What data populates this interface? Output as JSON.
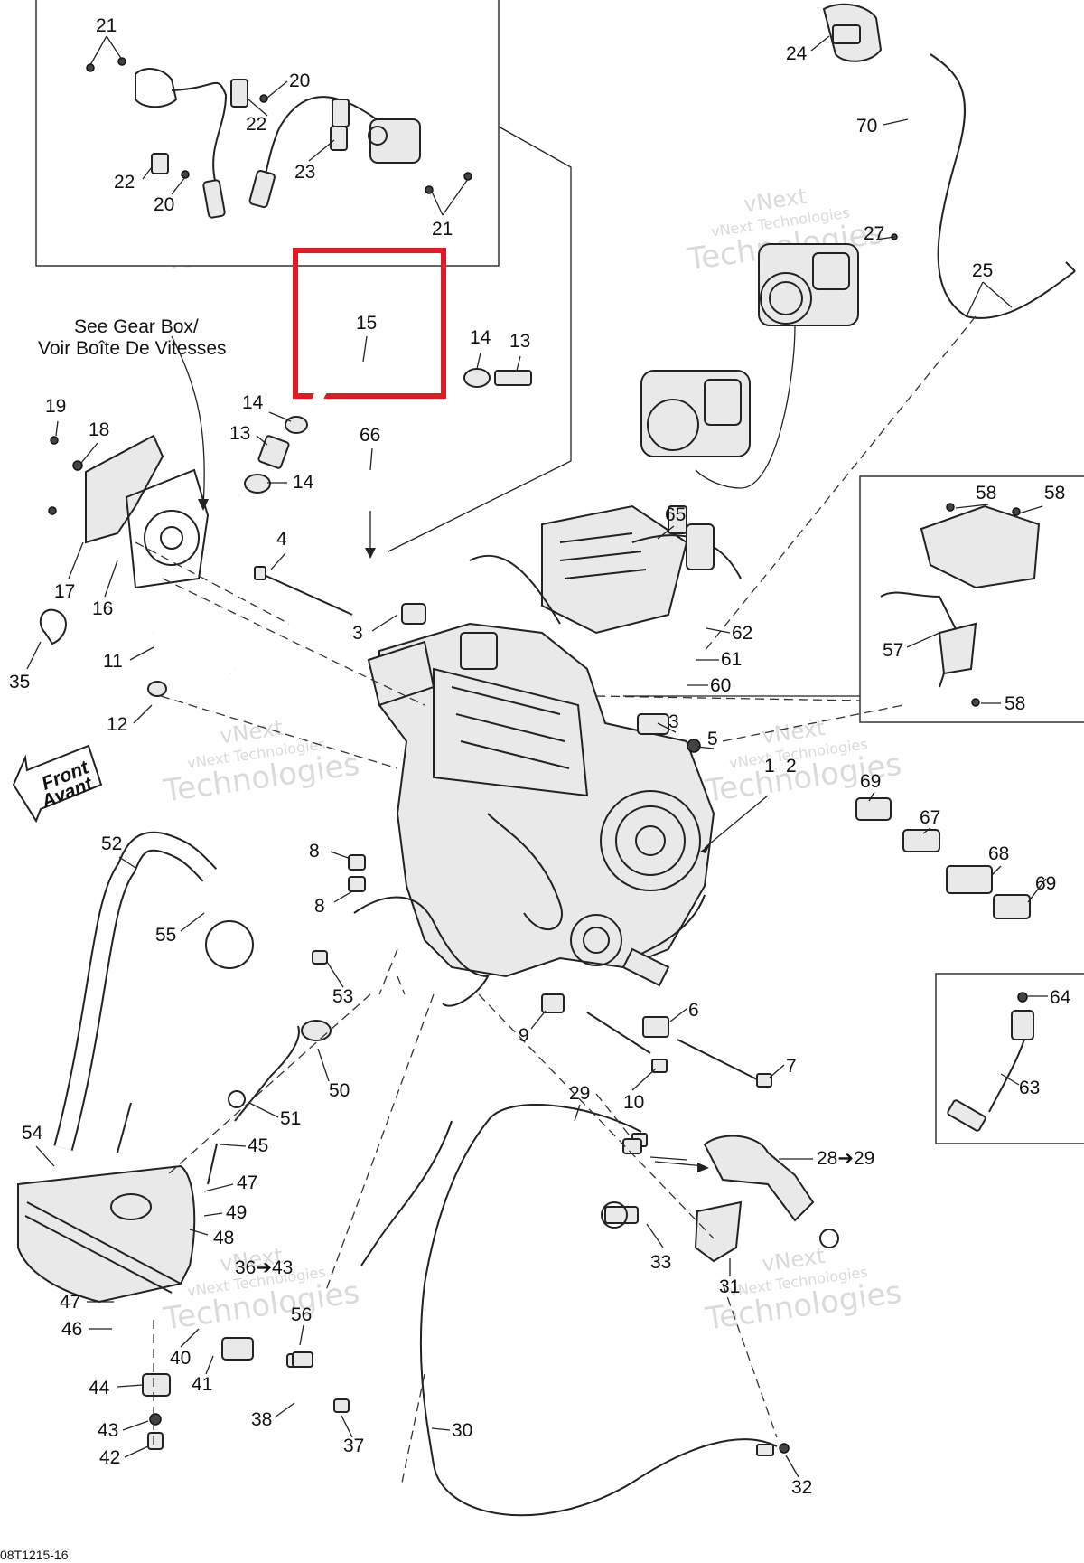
{
  "diagram": {
    "drawing_code": "08T1215-16",
    "highlight_color": "#e01b24",
    "highlighted_part": "15",
    "notes": {
      "gearbox_en": "See Gear Box/",
      "gearbox_fr": "Voir Boîte De Vitesses",
      "front_en": "Front",
      "front_fr": "Avant"
    },
    "watermark": {
      "line1": "vNext",
      "line2": "vNext Technologies",
      "line3": "Technologies"
    },
    "labels": {
      "p21a": "21",
      "p20a": "20",
      "p22a": "22",
      "p22b": "22",
      "p20b": "20",
      "p23": "23",
      "p21b": "21",
      "p24": "24",
      "p70": "70",
      "p27": "27",
      "p25": "25",
      "p15": "15",
      "p14a": "14",
      "p13a": "13",
      "p14b": "14",
      "p13b": "13",
      "p14c": "14",
      "p66": "66",
      "p19": "19",
      "p18": "18",
      "p17": "17",
      "p16": "16",
      "p4": "4",
      "p65": "65",
      "p58a": "58",
      "p58b": "58",
      "p57": "57",
      "p58c": "58",
      "p35": "35",
      "p11": "11",
      "p3a": "3",
      "p62": "62",
      "p61": "61",
      "p60": "60",
      "p12": "12",
      "p3b": "3",
      "p5": "5",
      "p1": "1",
      "p2": "2",
      "p69a": "69",
      "p67": "67",
      "p52": "52",
      "p8a": "8",
      "p8b": "8",
      "p68": "68",
      "p69b": "69",
      "p55": "55",
      "p53": "53",
      "p64": "64",
      "p9": "9",
      "p6": "6",
      "p7": "7",
      "p63": "63",
      "p50": "50",
      "p10": "10",
      "p29": "29",
      "p51": "51",
      "p54": "54",
      "p45": "45",
      "p28_29": "28➔29",
      "p47a": "47",
      "p49": "49",
      "p48": "48",
      "p33": "33",
      "p36_43": "36➔43",
      "p31": "31",
      "p47b": "47",
      "p56": "56",
      "p46": "46",
      "p40": "40",
      "p41": "41",
      "p44": "44",
      "p38": "38",
      "p43": "43",
      "p37": "37",
      "p42": "42",
      "p30": "30",
      "p32": "32"
    }
  }
}
